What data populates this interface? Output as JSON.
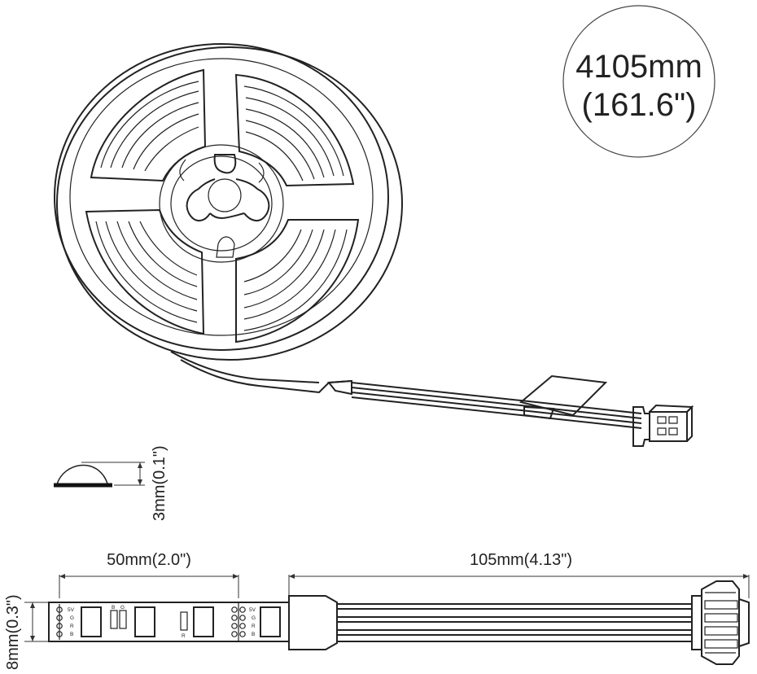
{
  "badge": {
    "line1": "4105mm",
    "line2": "(161.6\")"
  },
  "dimensions": {
    "height_label": "3mm(0.1\")",
    "segment_label": "50mm(2.0\")",
    "lead_label": "105mm(4.13\")",
    "width_label": "8mm(0.3\")"
  },
  "pad_labels": {
    "left": [
      "5V",
      "G",
      "R",
      "B"
    ],
    "right": [
      "5V",
      "G",
      "R",
      "B"
    ],
    "mid_top": [
      "B",
      "G"
    ],
    "mid_bottom": "R"
  },
  "colors": {
    "line": "#222222",
    "background": "#ffffff"
  }
}
